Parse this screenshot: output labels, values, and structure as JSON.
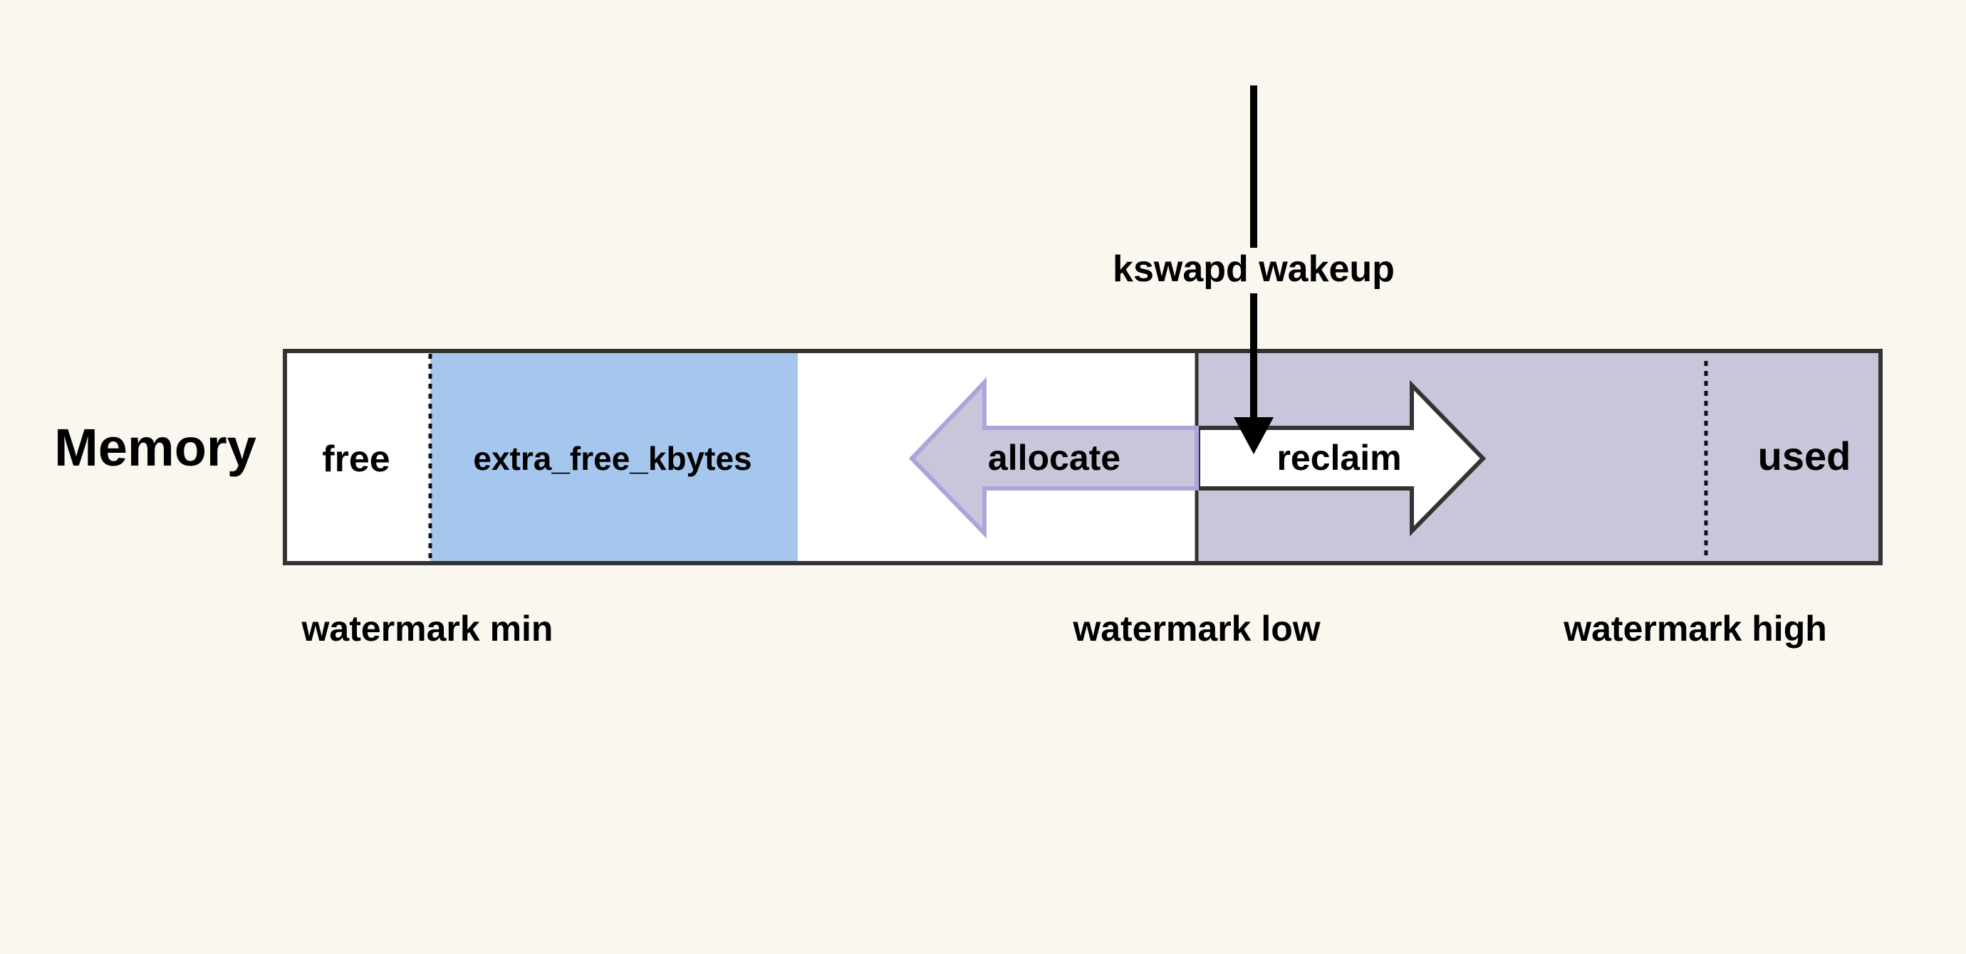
{
  "row_label": "Memory",
  "segments": {
    "free": "free",
    "extra": "extra_free_kbytes",
    "used": "used"
  },
  "arrows": {
    "allocate": "allocate",
    "reclaim": "reclaim",
    "wakeup": "kswapd wakeup"
  },
  "watermarks": {
    "min": "watermark min",
    "low": "watermark low",
    "high": "watermark high"
  },
  "colors": {
    "background": "#faf8ee",
    "extra_free": "#a5c7ee",
    "used": "#c8c6da",
    "allocate_fill": "#c8c6da",
    "allocate_stroke": "#b0a2da",
    "border": "#333333"
  }
}
